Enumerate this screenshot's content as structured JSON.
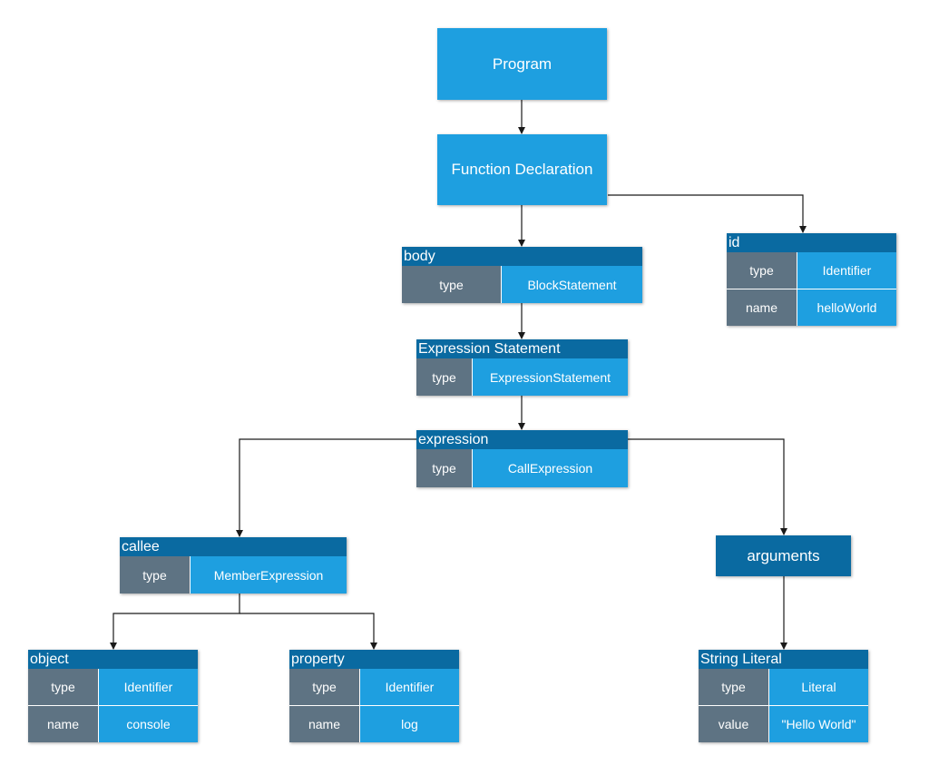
{
  "nodes": {
    "program": "Program",
    "function_declaration": "Function Declaration",
    "arguments": "arguments"
  },
  "tables": {
    "id": {
      "title": "id",
      "rows": [
        {
          "key": "type",
          "value": "Identifier"
        },
        {
          "key": "name",
          "value": "helloWorld"
        }
      ]
    },
    "body": {
      "title": "body",
      "rows": [
        {
          "key": "type",
          "value": "BlockStatement"
        }
      ]
    },
    "expression_statement": {
      "title": "Expression Statement",
      "rows": [
        {
          "key": "type",
          "value": "ExpressionStatement"
        }
      ]
    },
    "expression": {
      "title": "expression",
      "rows": [
        {
          "key": "type",
          "value": "CallExpression"
        }
      ]
    },
    "callee": {
      "title": "callee",
      "rows": [
        {
          "key": "type",
          "value": "MemberExpression"
        }
      ]
    },
    "object": {
      "title": "object",
      "rows": [
        {
          "key": "type",
          "value": "Identifier"
        },
        {
          "key": "name",
          "value": "console"
        }
      ]
    },
    "property": {
      "title": "property",
      "rows": [
        {
          "key": "type",
          "value": "Identifier"
        },
        {
          "key": "name",
          "value": "log"
        }
      ]
    },
    "string_literal": {
      "title": "String Literal",
      "rows": [
        {
          "key": "type",
          "value": "Literal"
        },
        {
          "key": "value",
          "value": "\"Hello World\""
        }
      ]
    }
  },
  "colors": {
    "node": "#1e9fe0",
    "header": "#0a6aa1",
    "key_cell": "#5e7383",
    "connector": "#1a1a1a"
  }
}
